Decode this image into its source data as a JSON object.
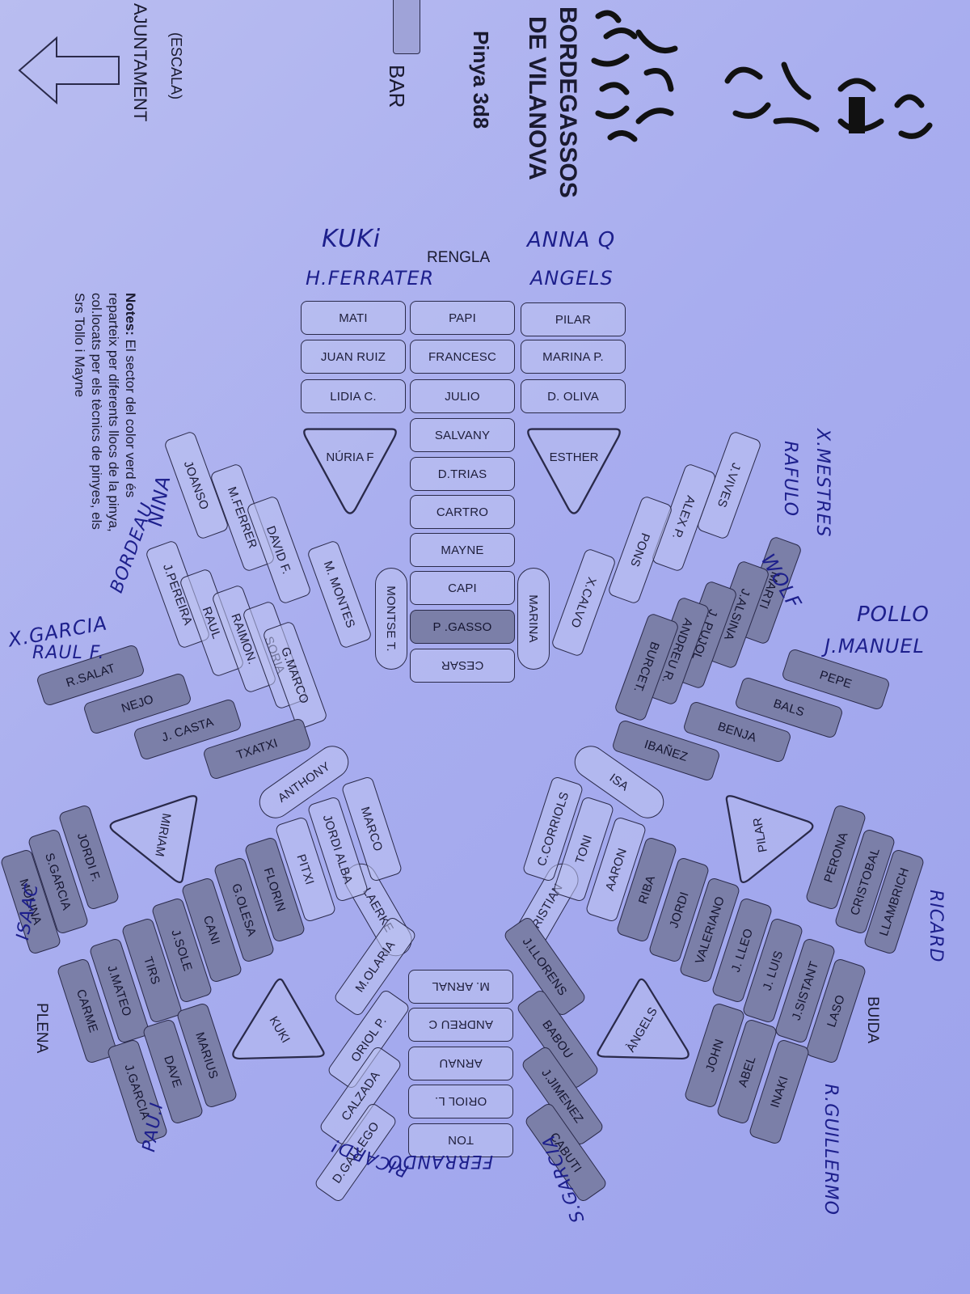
{
  "header": {
    "title_line1": "BORDEGASSOS",
    "title_line2": "DE VILANOVA",
    "subtitle": "Pinya 3d8",
    "bar_label": "BAR",
    "escala_label": "(ESCALA)",
    "ajuntament_label": "AJUNTAMENT",
    "logo_icon": "human-tower-logo-icon"
  },
  "notes": {
    "heading": "Notes:",
    "text": "El sector del color verd és reparteix per diferents llocs de la pinya, col.locats per els tècnics de pinyes, els Srs Tollo i Mayne"
  },
  "labels": {
    "rengla": "RENGLA",
    "plena": "PLENA",
    "buida": "BUIDA"
  },
  "top_left_col": [
    "MATI",
    "JUAN RUIZ",
    "LIDIA C."
  ],
  "top_center_col": [
    "PAPI",
    "FRANCESC",
    "JULIO",
    "SALVANY",
    "D.TRIAS",
    "CARTRO",
    "MAYNE",
    "CAPI",
    "P .GASSO",
    "CESAR"
  ],
  "top_right_col": [
    "PILAR",
    "MARINA P.",
    "D. OLIVA"
  ],
  "top_triangles": [
    "NÚRIA F",
    "ESTHER"
  ],
  "top_pills": [
    "MONTSE T.",
    "MARINA"
  ],
  "upper_left_fan": [
    "JOANSO",
    "M.FERRER",
    "DAVID F.",
    "M. MONTES"
  ],
  "upper_left_block": [
    "J.PEREIRA",
    "RAUL",
    "RAIMON.",
    "SORIA",
    "G.MARCO"
  ],
  "upper_left_rows": [
    "R.SALAT",
    "NEJO",
    "J. CASTA",
    "TXATXI"
  ],
  "upper_right_fan": [
    "J.VIVES",
    "ALEX P.",
    "PONS",
    "X.CALVO"
  ],
  "upper_right_block": [
    "MARTI",
    "J.ALSINA",
    "J. PUJOL",
    "ANDREU R.",
    "BURCET."
  ],
  "upper_right_rows": [
    "PEPE",
    "BALS",
    "BENJA",
    "IBAÑEZ"
  ],
  "lower_left_triangles": [
    "MIRIAM",
    "KUKI"
  ],
  "lower_left_pills": [
    "ANTHONY",
    "LAERKE"
  ],
  "lower_left_inner": [
    "MARCO",
    "JORDI ALBA",
    "PITXI",
    "FLORIN",
    "G.OLESA",
    "CANI",
    "J.SOLE",
    "TIRS",
    "J.MATEO",
    "CARME"
  ],
  "lower_left_outer_top": [
    "JORDI F.",
    "S.GARCIA",
    "MOLINA"
  ],
  "lower_left_outer_bottom": [
    "MARIUS",
    "DAVE",
    "J.GARCIA"
  ],
  "lower_right_triangles": [
    "PILAR",
    "ÀNGELS"
  ],
  "lower_right_pills": [
    "ISA",
    "CRISTIAN"
  ],
  "lower_right_inner": [
    "C.CORRIOLS",
    "TONI",
    "AARON",
    "RIBA",
    "JORDI",
    "VALERIANO",
    "J. LLEO",
    "J. LUIS",
    "J.SISTANT",
    "LASO"
  ],
  "lower_right_outer_top": [
    "PERONA",
    "CRISTOBAL",
    "LLAMBRICH"
  ],
  "lower_right_outer_bottom": [
    "JOHN",
    "ABEL",
    "INAKI"
  ],
  "bottom_center_col": [
    "M. ARNAL",
    "ANDREU C",
    "ARNAU",
    "ORIOL L.",
    "TON"
  ],
  "bottom_left_diag": [
    "M.OLARIA",
    "ORIOL P.",
    "CALZADA",
    "D.GALLEGO"
  ],
  "bottom_right_diag": [
    "J.LLORENS",
    "BABOU",
    "J.JIMENEZ",
    "CABUTI"
  ],
  "handwritten": {
    "kuki": "KUKi",
    "ferrater": "H.FERRATER",
    "anna": "ANNA Q",
    "angels": "ANGELS",
    "xmestres": "X.MESTRES",
    "rafulo": "RAFULO",
    "wolf": "WOLF",
    "pollo": "POLLO",
    "jmanuel": "J.MANUEL",
    "nina": "NINA",
    "bordeau": "BORDEAU",
    "xgarcia": "X.GARCIA",
    "raulf": "RAUL F.",
    "isaac": "ISAAC",
    "paui": "PAU.I",
    "ferrando": "FERRANDO",
    "ricard": "RICARD!",
    "sgarcia": "S.GARCIA",
    "ricard2": "RICARD",
    "rguillermo": "R.GUILLERMO"
  },
  "colors": {
    "light_box": "#bec2f0",
    "dark_box": "#7b7fa8",
    "outline": "#2a2a4a",
    "handwriting": "#1d1f8c"
  }
}
